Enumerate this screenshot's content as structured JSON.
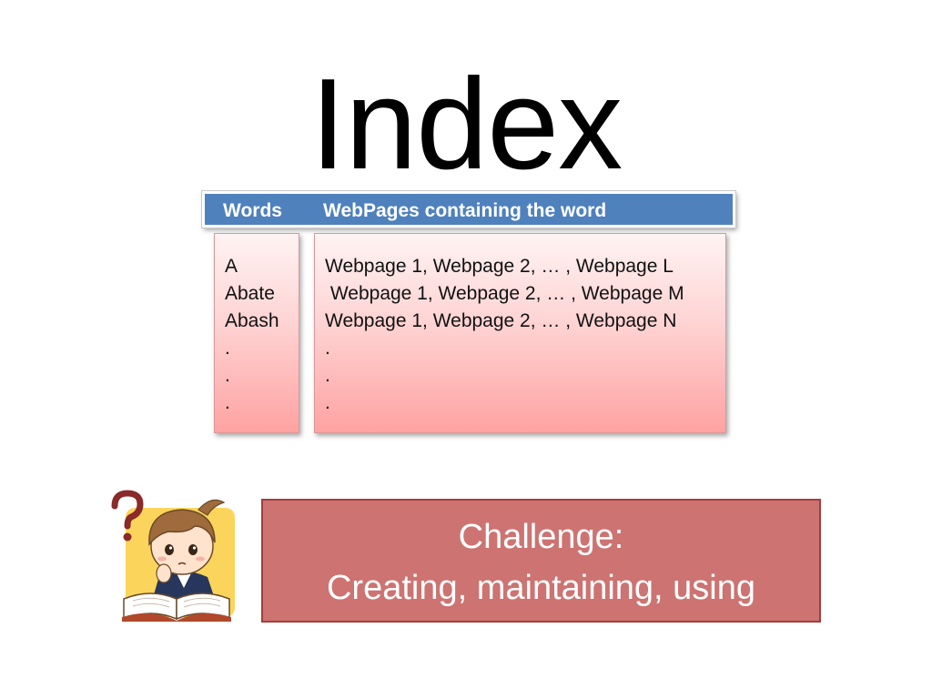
{
  "title": "Index",
  "table": {
    "headers": {
      "words": "Words",
      "pages": "WebPages containing the word"
    },
    "words": [
      "A",
      "Abate",
      "Abash",
      ".",
      ".",
      "."
    ],
    "pages": [
      "Webpage 1, Webpage 2, … , Webpage L",
      " Webpage 1, Webpage 2, … , Webpage M",
      "Webpage 1, Webpage 2, … , Webpage N",
      ".",
      ".",
      "."
    ]
  },
  "challenge": {
    "line1": "Challenge:",
    "line2": "Creating, maintaining, using"
  },
  "colors": {
    "header": "#4f81bd",
    "challenge_bg": "#cd7371",
    "challenge_border": "#a33e3c",
    "panel_bottom": "#ffa2a2"
  },
  "icons": {
    "mascot": "child-reading-book-with-question-mark"
  }
}
